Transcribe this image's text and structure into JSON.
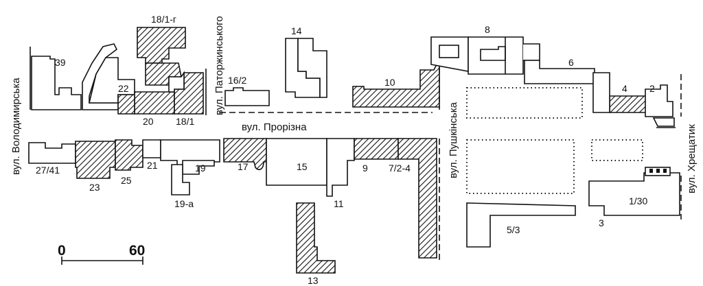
{
  "streets": {
    "volodymyrska": "вул. Володимирська",
    "patorzhynskoho": "вул. Паторжинського",
    "prorizna": "вул. Прорізна",
    "pushkinska": "вул. Пушкінська",
    "khreshchatyk": "вул. Хрещатик"
  },
  "buildings": {
    "b39": "39",
    "b18_1g": "18/1-г",
    "b22": "22",
    "b20": "20",
    "b18_1": "18/1",
    "b16_2": "16/2",
    "b14": "14",
    "b10": "10",
    "b8": "8",
    "b6": "6",
    "b4": "4",
    "b2": "2",
    "b27_41": "27/41",
    "b23": "23",
    "b25": "25",
    "b21": "21",
    "b19": "19",
    "b19a": "19-а",
    "b17": "17",
    "b15": "15",
    "b13": "13",
    "b11": "11",
    "b9": "9",
    "b7_2_4": "7/2-4",
    "b5_3": "5/3",
    "b3": "3",
    "b1_30": "1/30"
  },
  "scale_bar": {
    "start": "0",
    "end": "60"
  }
}
